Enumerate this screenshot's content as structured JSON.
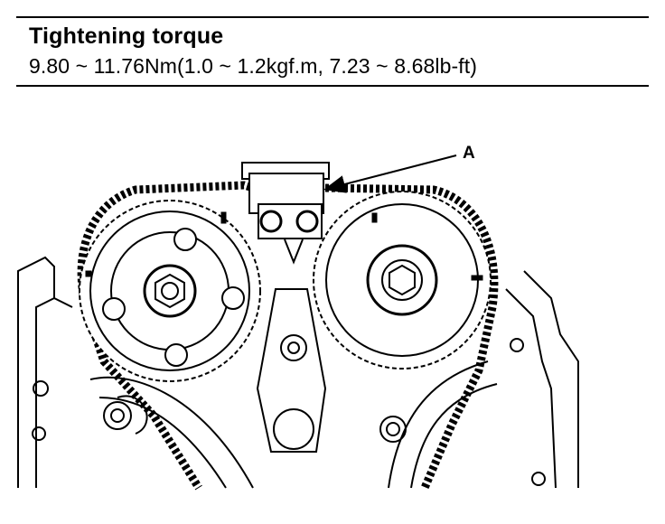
{
  "header": {
    "title": "Tightening torque",
    "spec": "9.80 ~ 11.76Nm(1.0 ~ 1.2kgf.m, 7.23 ~ 8.68lb-ft)"
  },
  "diagram": {
    "callout_label": "A"
  }
}
